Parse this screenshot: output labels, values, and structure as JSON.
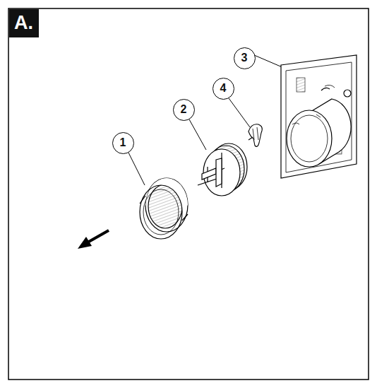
{
  "diagram": {
    "title": "A.",
    "nodes": [
      {
        "text": [
          "3"
        ]
      },
      {
        "text": [
          "4"
        ]
      },
      {
        "text": [
          "2"
        ]
      },
      {
        "text": [
          "1"
        ]
      }
    ]
  }
}
